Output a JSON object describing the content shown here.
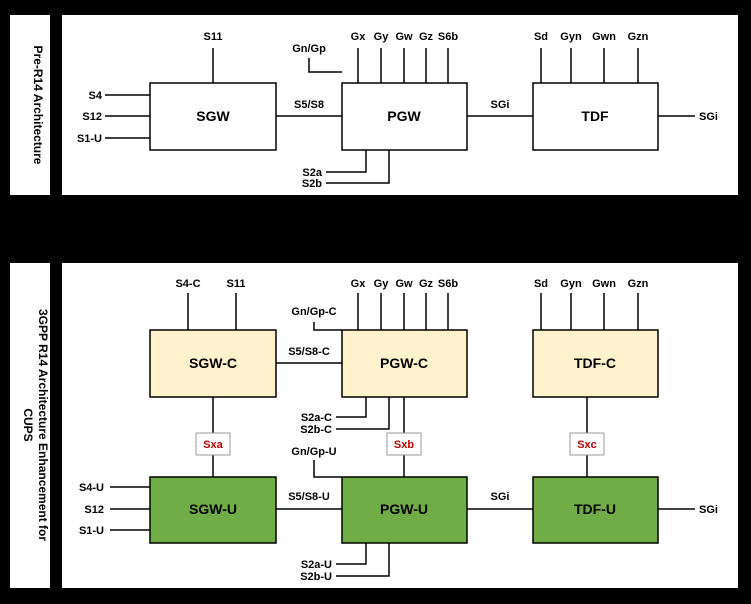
{
  "colors": {
    "background": "#000000",
    "panel": "#ffffff",
    "control_box": "#fff2cc",
    "user_box": "#70ad47",
    "sx_text": "#c00000"
  },
  "pre_r14": {
    "title": "Pre-R14 Architecture",
    "sgw": {
      "label": "SGW",
      "top": [
        "S11"
      ],
      "left": [
        "S4",
        "S12",
        "S1-U"
      ]
    },
    "pgw": {
      "label": "PGW",
      "top": [
        "Gx",
        "Gy",
        "Gw",
        "Gz",
        "S6b"
      ],
      "side_top": "Gn/Gp",
      "bottom": [
        "S2a",
        "S2b"
      ]
    },
    "tdf": {
      "label": "TDF",
      "top": [
        "Sd",
        "Gyn",
        "Gwn",
        "Gzn"
      ],
      "right": "SGi"
    },
    "link_sgw_pgw": "S5/S8",
    "link_pgw_tdf": "SGi"
  },
  "cups": {
    "title_line1": "3GPP R14 Architecture Enhancement for",
    "title_line2": "CUPS",
    "sgw_c": {
      "label": "SGW-C",
      "top": [
        "S4-C",
        "S11"
      ]
    },
    "pgw_c": {
      "label": "PGW-C",
      "top": [
        "Gx",
        "Gy",
        "Gw",
        "Gz",
        "S6b"
      ],
      "side_top": "Gn/Gp-C",
      "bottom": [
        "S2a-C",
        "S2b-C"
      ]
    },
    "tdf_c": {
      "label": "TDF-C",
      "top": [
        "Sd",
        "Gyn",
        "Gwn",
        "Gzn"
      ]
    },
    "link_c": "S5/S8-C",
    "sxa": "Sxa",
    "sxb": "Sxb",
    "sxc": "Sxc",
    "sgw_u": {
      "label": "SGW-U",
      "left": [
        "S4-U",
        "S12",
        "S1-U"
      ]
    },
    "pgw_u": {
      "label": "PGW-U",
      "side_top": "Gn/Gp-U",
      "bottom": [
        "S2a-U",
        "S2b-U"
      ]
    },
    "tdf_u": {
      "label": "TDF-U",
      "right": "SGi"
    },
    "link_u": "S5/S8-U",
    "link_pgwu_tdfu": "SGi"
  }
}
